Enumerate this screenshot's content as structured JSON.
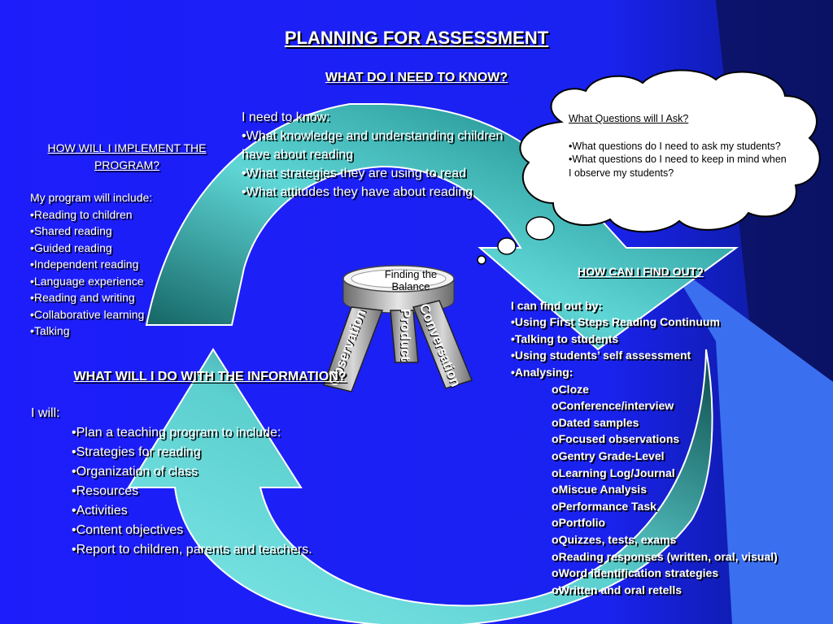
{
  "title": "PLANNING FOR ASSESSMENT",
  "subtitle": "WHAT DO I NEED TO KNOW?",
  "need_to_know": {
    "intro": "I need to know:",
    "items": [
      "What knowledge and understanding children have about reading",
      "What strategies they are using to read",
      "What attitudes they have about reading"
    ]
  },
  "implement": {
    "heading": "HOW WILL I IMPLEMENT THE PROGRAM?",
    "intro": "My program will include:",
    "items": [
      "Reading to children",
      "Shared reading",
      "Guided reading",
      "Independent reading",
      "Language experience",
      "Reading and writing",
      "Collaborative learning",
      "Talking"
    ]
  },
  "information": {
    "heading": "WHAT WILL I DO WITH THE INFORMATION?",
    "intro": "I will:",
    "items": [
      "Plan a teaching program to include:",
      "Strategies for reading",
      "Organization of class",
      "Resources",
      "Activities",
      "Content objectives",
      "Report to children, parents and teachers."
    ]
  },
  "find_out": {
    "heading": "HOW CAN I FIND OUT?",
    "intro": "I can find out by:",
    "items": [
      "Using First Steps Reading Continuum",
      "Talking to students",
      "Using students’ self assessment",
      "Analysing:"
    ],
    "analysing": [
      "Cloze",
      "Conference/interview",
      "Dated samples",
      "Focused observations",
      "Gentry Grade-Level",
      "Learning Log/Journal",
      "Miscue Analysis",
      "Performance Task",
      "Portfolio",
      "Quizzes, tests, exams",
      "Reading responses (written, oral, visual)",
      "Word identification strategies",
      "Written and oral retells"
    ]
  },
  "cloud": {
    "heading": "What Questions will I Ask?",
    "items": [
      "What questions do I need to ask my students?",
      "What questions do I need to keep in mind when I observe my students?"
    ]
  },
  "balance": {
    "label": "Finding the Balance",
    "strips": [
      "Observation",
      "Product",
      "Conversation"
    ]
  },
  "colors": {
    "background": "#1a1aff",
    "arrow_light": "#66e0e0",
    "arrow_dark": "#003838",
    "right_band": "#2f6fe8"
  }
}
